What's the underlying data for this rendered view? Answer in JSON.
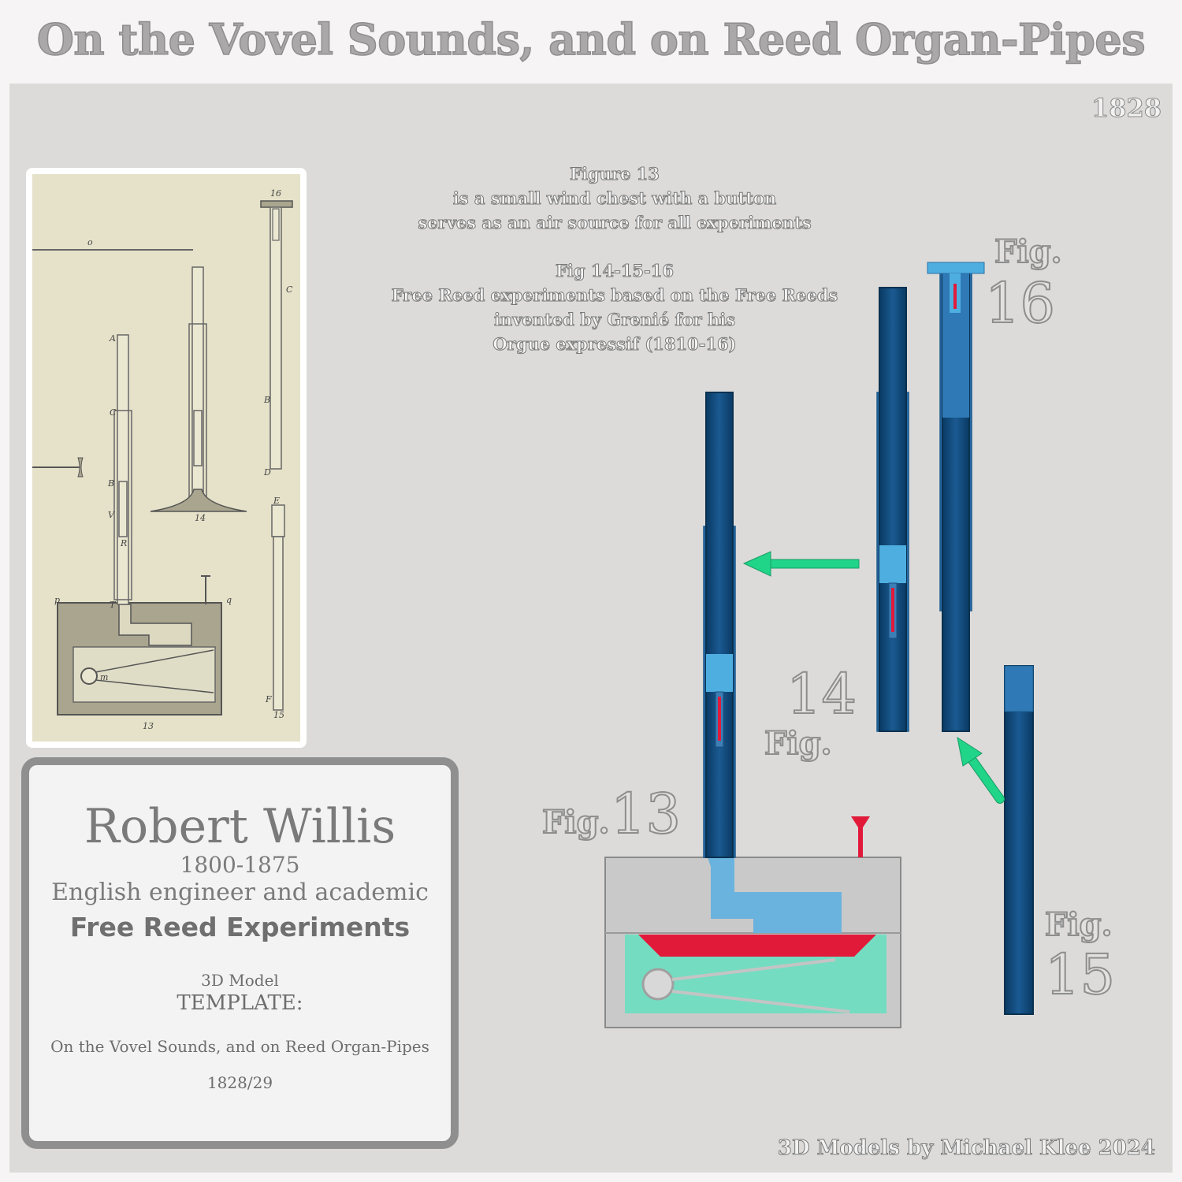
{
  "title": "On the Vovel Sounds, and on Reed Organ-Pipes",
  "year": "1828",
  "notes": {
    "fig13": [
      "Figure 13",
      "is a small wind chest with a button",
      "serves as an air source for all experiments"
    ],
    "fig14_16": [
      "Fig 14-15-16",
      "Free Reed experiments based on the Free Reeds",
      "invented by Grenié for his",
      "Orgue expressif (1810-16)"
    ]
  },
  "figure_labels": {
    "fig_word": "Fig.",
    "n13": "13",
    "n14": "14",
    "n15": "15",
    "n16": "16"
  },
  "engraving_letters": {
    "o": "o",
    "A": "A",
    "C": "C",
    "B": "B",
    "V": "V",
    "R": "R",
    "T": "T",
    "D": "D",
    "E": "E",
    "F": "F",
    "p": "p",
    "q": "q",
    "m": "m",
    "n13": "13",
    "n14": "14",
    "n15": "15",
    "n16": "16"
  },
  "card": {
    "name": "Robert Willis",
    "years": "1800-1875",
    "role": "English engineer and academic",
    "experiments": "Free Reed Experiments",
    "model_label": "3D Model",
    "template_label": "TEMPLATE:",
    "book": "On the Vovel Sounds, and on Reed Organ-Pipes",
    "date": "1828/29"
  },
  "credit": "3D Models by Michael Klee 2024",
  "colors": {
    "pipe_dark": "#0e4676",
    "pipe_light": "#2f79b6",
    "reed_block": "#4faee0",
    "reed": "#e21a3a",
    "arrow": "#20d488",
    "chest": "#c9c9c9",
    "bellows": "#74dcc1",
    "panel": "#dcdbda",
    "engraving_paper": "#e5e2c9"
  }
}
